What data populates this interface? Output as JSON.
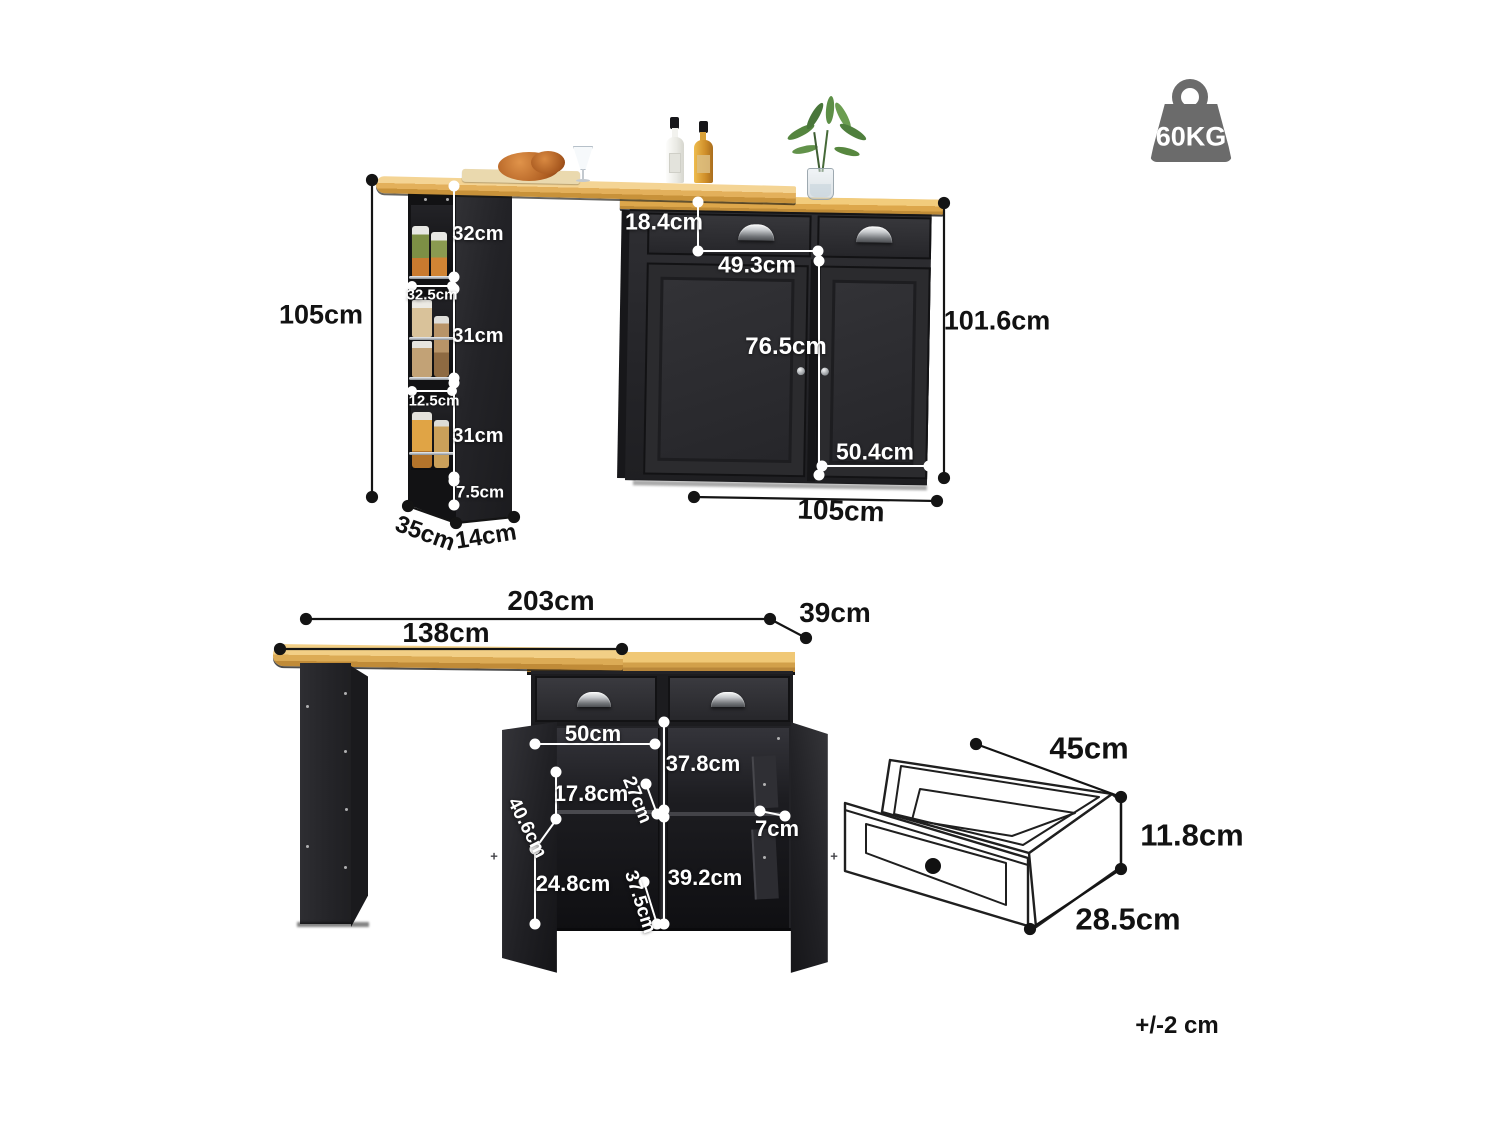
{
  "meta": {
    "tolerance_note": "+/-2 cm"
  },
  "weight_badge": {
    "label": "60KG",
    "icon": "kettlebell-weight-icon",
    "color": "#6b6b6b"
  },
  "colors": {
    "wood_top": "#dfa44c",
    "wood_highlight": "#f0cc7e",
    "cabinet_black": "#252528",
    "dim_line_white": "#ffffff",
    "dim_line_black": "#141414",
    "icon_gray": "#6b6b6b"
  },
  "side_view": {
    "total_height": "105cm",
    "shelf_1_height": "32cm",
    "shelf_1_depth": "32.5cm",
    "shelf_2_height": "31cm",
    "shelf_2_gap": "12.5cm",
    "shelf_3_height": "31cm",
    "base_height": "7.5cm",
    "tower_depth": "35cm",
    "tower_width": "14cm",
    "drawer_height": "18.4cm",
    "drawer_width": "49.3cm",
    "door_height": "76.5cm",
    "cabinet_total_height": "101.6cm",
    "door_width": "50.4cm",
    "cabinet_width": "105cm"
  },
  "plan_view": {
    "total_length": "203cm",
    "bar_length": "138cm",
    "counter_depth": "39cm"
  },
  "interior_view": {
    "inner_width": "50cm",
    "right_upper_height": "37.8cm",
    "left_upper_height": "17.8cm",
    "upper_shelf_depth": "27cm",
    "side_clearance": "7cm",
    "door_diagonal": "40.6cm",
    "left_lower_height": "24.8cm",
    "lower_shelf_depth": "37.5cm",
    "right_lower_height": "39.2cm"
  },
  "drawer_detail": {
    "width": "45cm",
    "height": "11.8cm",
    "depth": "28.5cm"
  }
}
